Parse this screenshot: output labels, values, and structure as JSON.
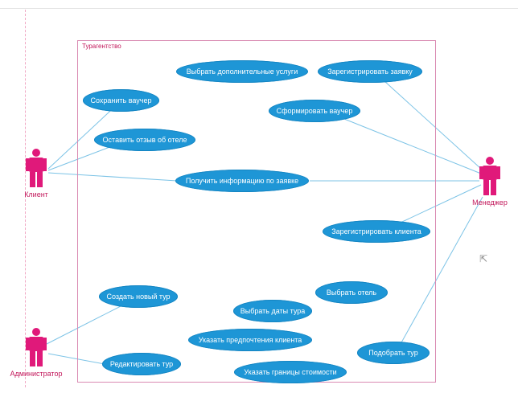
{
  "system": {
    "name": "Турагентство"
  },
  "actors": {
    "client": {
      "label": "Клиент"
    },
    "manager": {
      "label": "Менеджер"
    },
    "admin": {
      "label": "Администратор"
    }
  },
  "use_cases": {
    "select_extra_services": "Выбрать дополнительные услуги",
    "register_request": "Зарегистрировать заявку",
    "save_voucher": "Сохранить ваучер",
    "form_voucher": "Сформировать ваучер",
    "leave_hotel_review": "Оставить отзыв об отеле",
    "get_request_info": "Получить информацию по заявке",
    "register_client": "Зарегистрировать клиента",
    "create_tour": "Создать новый тур",
    "select_hotel": "Выбрать отель",
    "select_tour_dates": "Выбрать даты тура",
    "specify_client_preferences": "Указать предпочтения клиента",
    "select_tour": "Подобрать тур",
    "edit_tour": "Редактировать тур",
    "specify_price_limits": "Указать границы стоимости"
  },
  "colors": {
    "use_case_fill": "#1e96d6",
    "actor": "#e0197a",
    "association": "#7cc3e6",
    "boundary": "#d98ab2"
  }
}
